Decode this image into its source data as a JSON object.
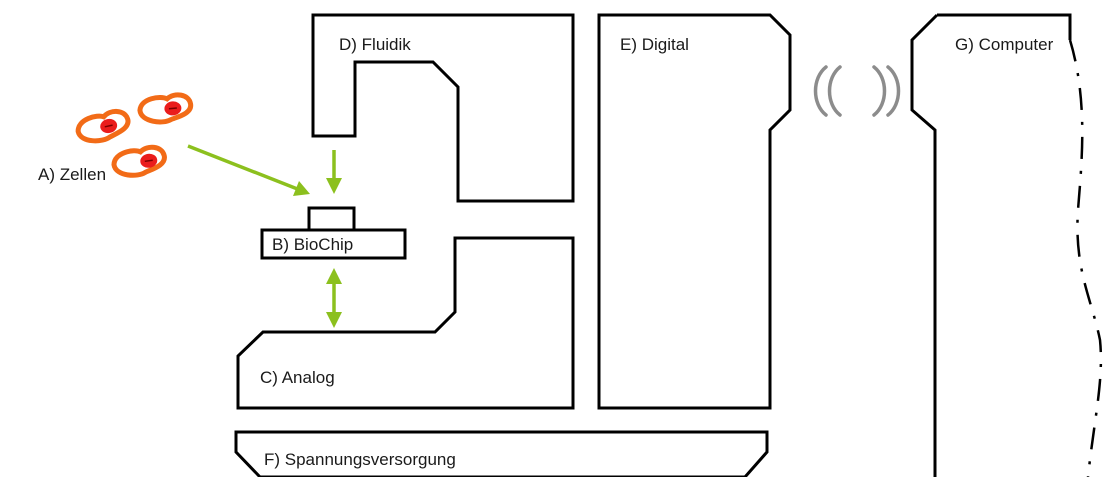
{
  "labels": {
    "cells": "A) Zellen",
    "biochip": "B) BioChip",
    "analog": "C) Analog",
    "fluidics": "D) Fluidik",
    "digital": "E) Digital",
    "power_supply": "F) Spannungsversorgung",
    "computer": "G) Computer"
  },
  "colors": {
    "outline": "#000000",
    "arrow": "#8cc01e",
    "cell_membrane": "#f26b17",
    "nucleus": "#ea1c1c",
    "wireless": "#8c8c8c"
  },
  "icons": {
    "cell": "cell-icon",
    "wireless": "wireless-signal-icon"
  }
}
